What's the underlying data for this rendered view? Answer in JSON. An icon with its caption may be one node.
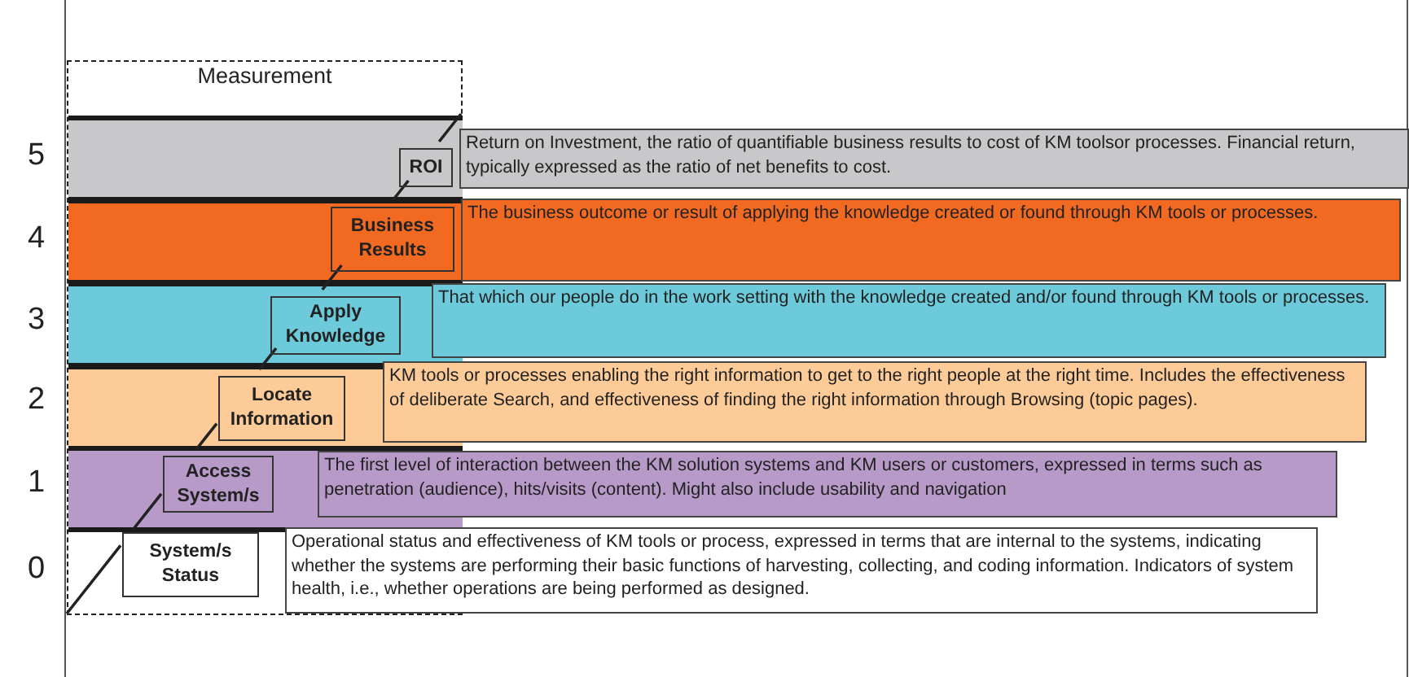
{
  "diagram": {
    "nodes": [
      {
        "text": [
          "Measurement"
        ]
      },
      {
        "text": [],
        "shape": "bar",
        "in": 0
      },
      {
        "text": [
          "ROI"
        ],
        "in": 1
      },
      {
        "text": [
          "Return on Investment, the ratio of quantifiable business results to cost of KM toolsor processes. Financial return, typically expressed as the ratio of net benefits to cost."
        ]
      },
      {
        "text": [],
        "shape": "bar",
        "in": 0
      },
      {
        "text": [
          "Business Results"
        ],
        "in": 4
      },
      {
        "text": [
          "The business outcome or result of applying the knowledge created or found through KM tools or processes."
        ]
      },
      {
        "text": [],
        "shape": "bar",
        "in": 0
      },
      {
        "text": [
          "Apply Knowledge"
        ],
        "in": 7
      },
      {
        "text": [
          "That which our people do in the work setting with the knowledge created and/or found through KM tools or processes."
        ]
      },
      {
        "text": [],
        "shape": "bar",
        "in": 0
      },
      {
        "text": [
          "Locate Information"
        ],
        "in": 10
      },
      {
        "text": [
          "KM tools or processes enabling the right information to get to the right people at the right time.  Includes the effectiveness of deliberate Search, and effectiveness of finding the right information through Browsing (topic pages)."
        ]
      },
      {
        "text": [],
        "shape": "bar",
        "in": 0
      },
      {
        "text": [
          "Access System/s"
        ],
        "in": 13
      },
      {
        "text": [
          "The first level of interaction between the KM solution systems and KM users or customers, expressed in terms such as penetration (audience), hits/visits (content).  Might also include usability and navigation"
        ]
      },
      {
        "text": [
          "System/s Status"
        ],
        "in": 0
      },
      {
        "text": [
          "Operational status and effectiveness of KM tools or process, expressed in terms that are internal to the systems, indicating whether the systems are performing their basic functions of harvesting, collecting, and coding information. Indicators of system health, i.e., whether operations are being performed as designed."
        ]
      }
    ],
    "edges": [
      {
        "from": null,
        "to": 16,
        "arrow": "none"
      },
      {
        "from": 16,
        "to": 14,
        "arrow": "none"
      },
      {
        "from": 14,
        "to": 11,
        "arrow": "none"
      },
      {
        "from": 11,
        "to": 8,
        "arrow": "none"
      },
      {
        "from": 8,
        "to": 5,
        "arrow": "none"
      },
      {
        "from": 5,
        "to": 2,
        "arrow": "none"
      },
      {
        "from": 2,
        "to": null,
        "arrow": "none"
      }
    ],
    "labels": [
      "5",
      "4",
      "3",
      "2",
      "1",
      "0"
    ]
  }
}
